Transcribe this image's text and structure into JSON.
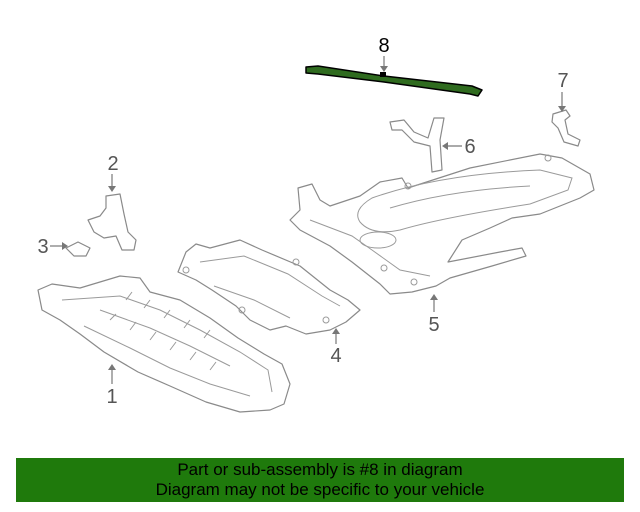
{
  "diagram": {
    "callouts": {
      "c1": "1",
      "c2": "2",
      "c3": "3",
      "c4": "4",
      "c5": "5",
      "c6": "6",
      "c7": "7",
      "c8": "8"
    },
    "highlighted_part": "8",
    "colors": {
      "highlight": "#2f6b1f",
      "footer_bg": "#1f7a0c",
      "line": "#8a8a8a"
    }
  },
  "footer": {
    "line1": "Part or sub-assembly is #8 in diagram",
    "line2": "Diagram may not be specific to your vehicle"
  }
}
